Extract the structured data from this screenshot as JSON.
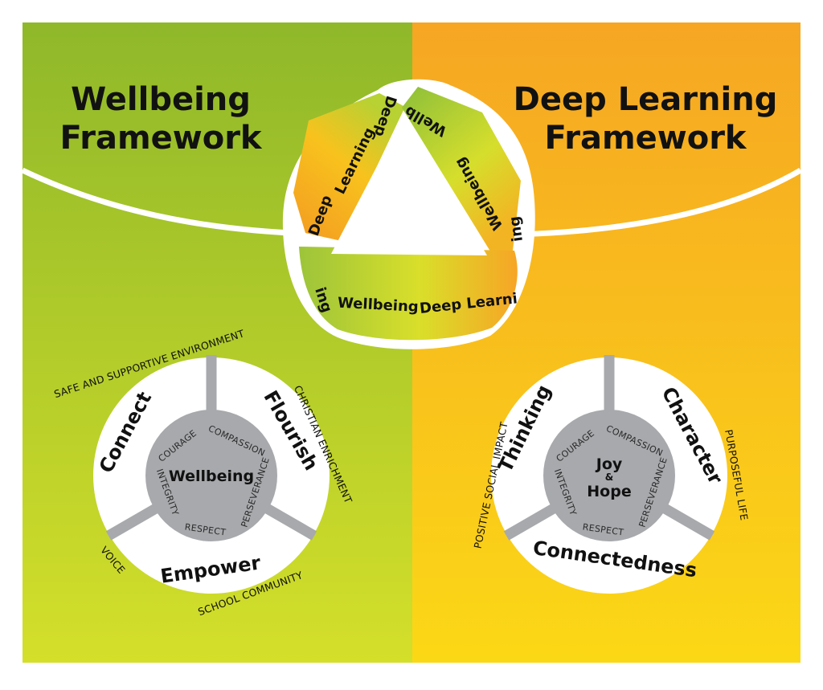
{
  "colors": {
    "green_top": "#8fb82a",
    "green_bottom": "#d4df2a",
    "orange_top": "#f6a623",
    "orange_bottom": "#fbd816",
    "ring_white": "#ffffff",
    "hub_gray": "#a7a9ac",
    "spoke_gray": "#a7a9ac"
  },
  "left_panel": {
    "title_line1": "Wellbeing",
    "title_line2": "Framework",
    "segments": {
      "top_left": "Connect",
      "top_right": "Flourish",
      "bottom": "Empower"
    },
    "hub": {
      "center": "Wellbeing",
      "values": {
        "courage": "COURAGE",
        "compassion": "COMPASSION",
        "perseverance": "PERSEVERANCE",
        "respect": "RESPECT",
        "integrity": "INTEGRITY"
      }
    },
    "outer_labels": {
      "top": "SAFE AND SUPPORTIVE ENVIRONMENT",
      "right": "CHRISTIAN ENRICHMENT",
      "bottom": "SCHOOL COMMUNITY",
      "left": "VOICE"
    }
  },
  "right_panel": {
    "title_line1": "Deep Learning",
    "title_line2": "Framework",
    "segments": {
      "top_left": "Thinking",
      "top_right": "Character",
      "bottom": "Connectedness"
    },
    "hub": {
      "center_line1": "Joy",
      "center_amp": "&",
      "center_line2": "Hope",
      "values": {
        "courage": "COURAGE",
        "compassion": "COMPASSION",
        "perseverance": "PERSEVERANCE",
        "respect": "RESPECT",
        "integrity": "INTEGRITY"
      }
    },
    "outer_labels": {
      "left": "POSITIVE SOCIAL IMPACT",
      "right": "PURPOSEFUL LIFE"
    }
  },
  "mobius": {
    "bottom_band": {
      "wrap_left": "ing",
      "wellbeing": "Wellbeing",
      "deep_learning": "Deep Learni"
    },
    "left_band": {
      "deep": "Deep",
      "learning": "Learning",
      "deep_top": "Deep"
    },
    "right_band": {
      "wellb": "Wellb",
      "wellbeing": "Wellbeing",
      "wrap": "ing"
    }
  }
}
